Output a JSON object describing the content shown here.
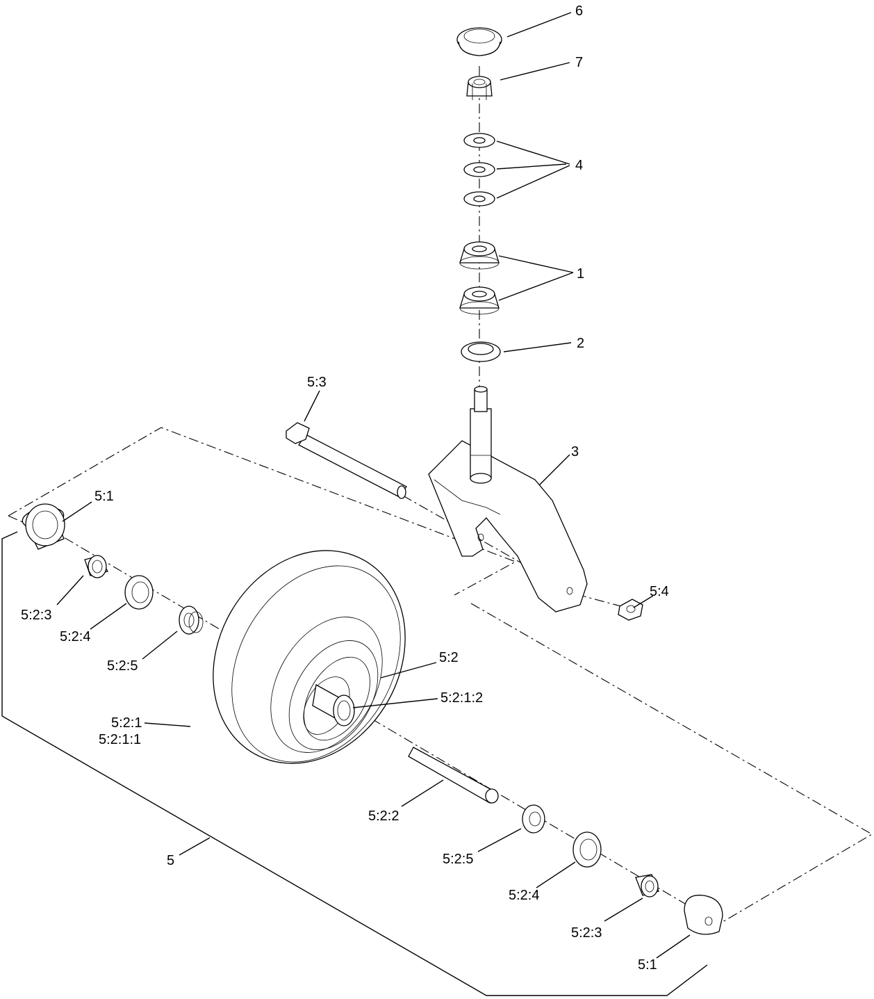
{
  "callouts": {
    "c6": "6",
    "c7": "7",
    "c4": "4",
    "c1": "1",
    "c2": "2",
    "c53": "5:3",
    "c3": "3",
    "c51_top": "5:1",
    "c523_top": "5:2:3",
    "c524_top": "5:2:4",
    "c525_top": "5:2:5",
    "c54": "5:4",
    "c52": "5:2",
    "c5212": "5:2:1:2",
    "c521": "5:2:1",
    "c5211": "5:2:1:1",
    "c522": "5:2:2",
    "c5": "5",
    "c525_bot": "5:2:5",
    "c524_bot": "5:2:4",
    "c523_bot": "5:2:3",
    "c51_bot": "5:1"
  }
}
